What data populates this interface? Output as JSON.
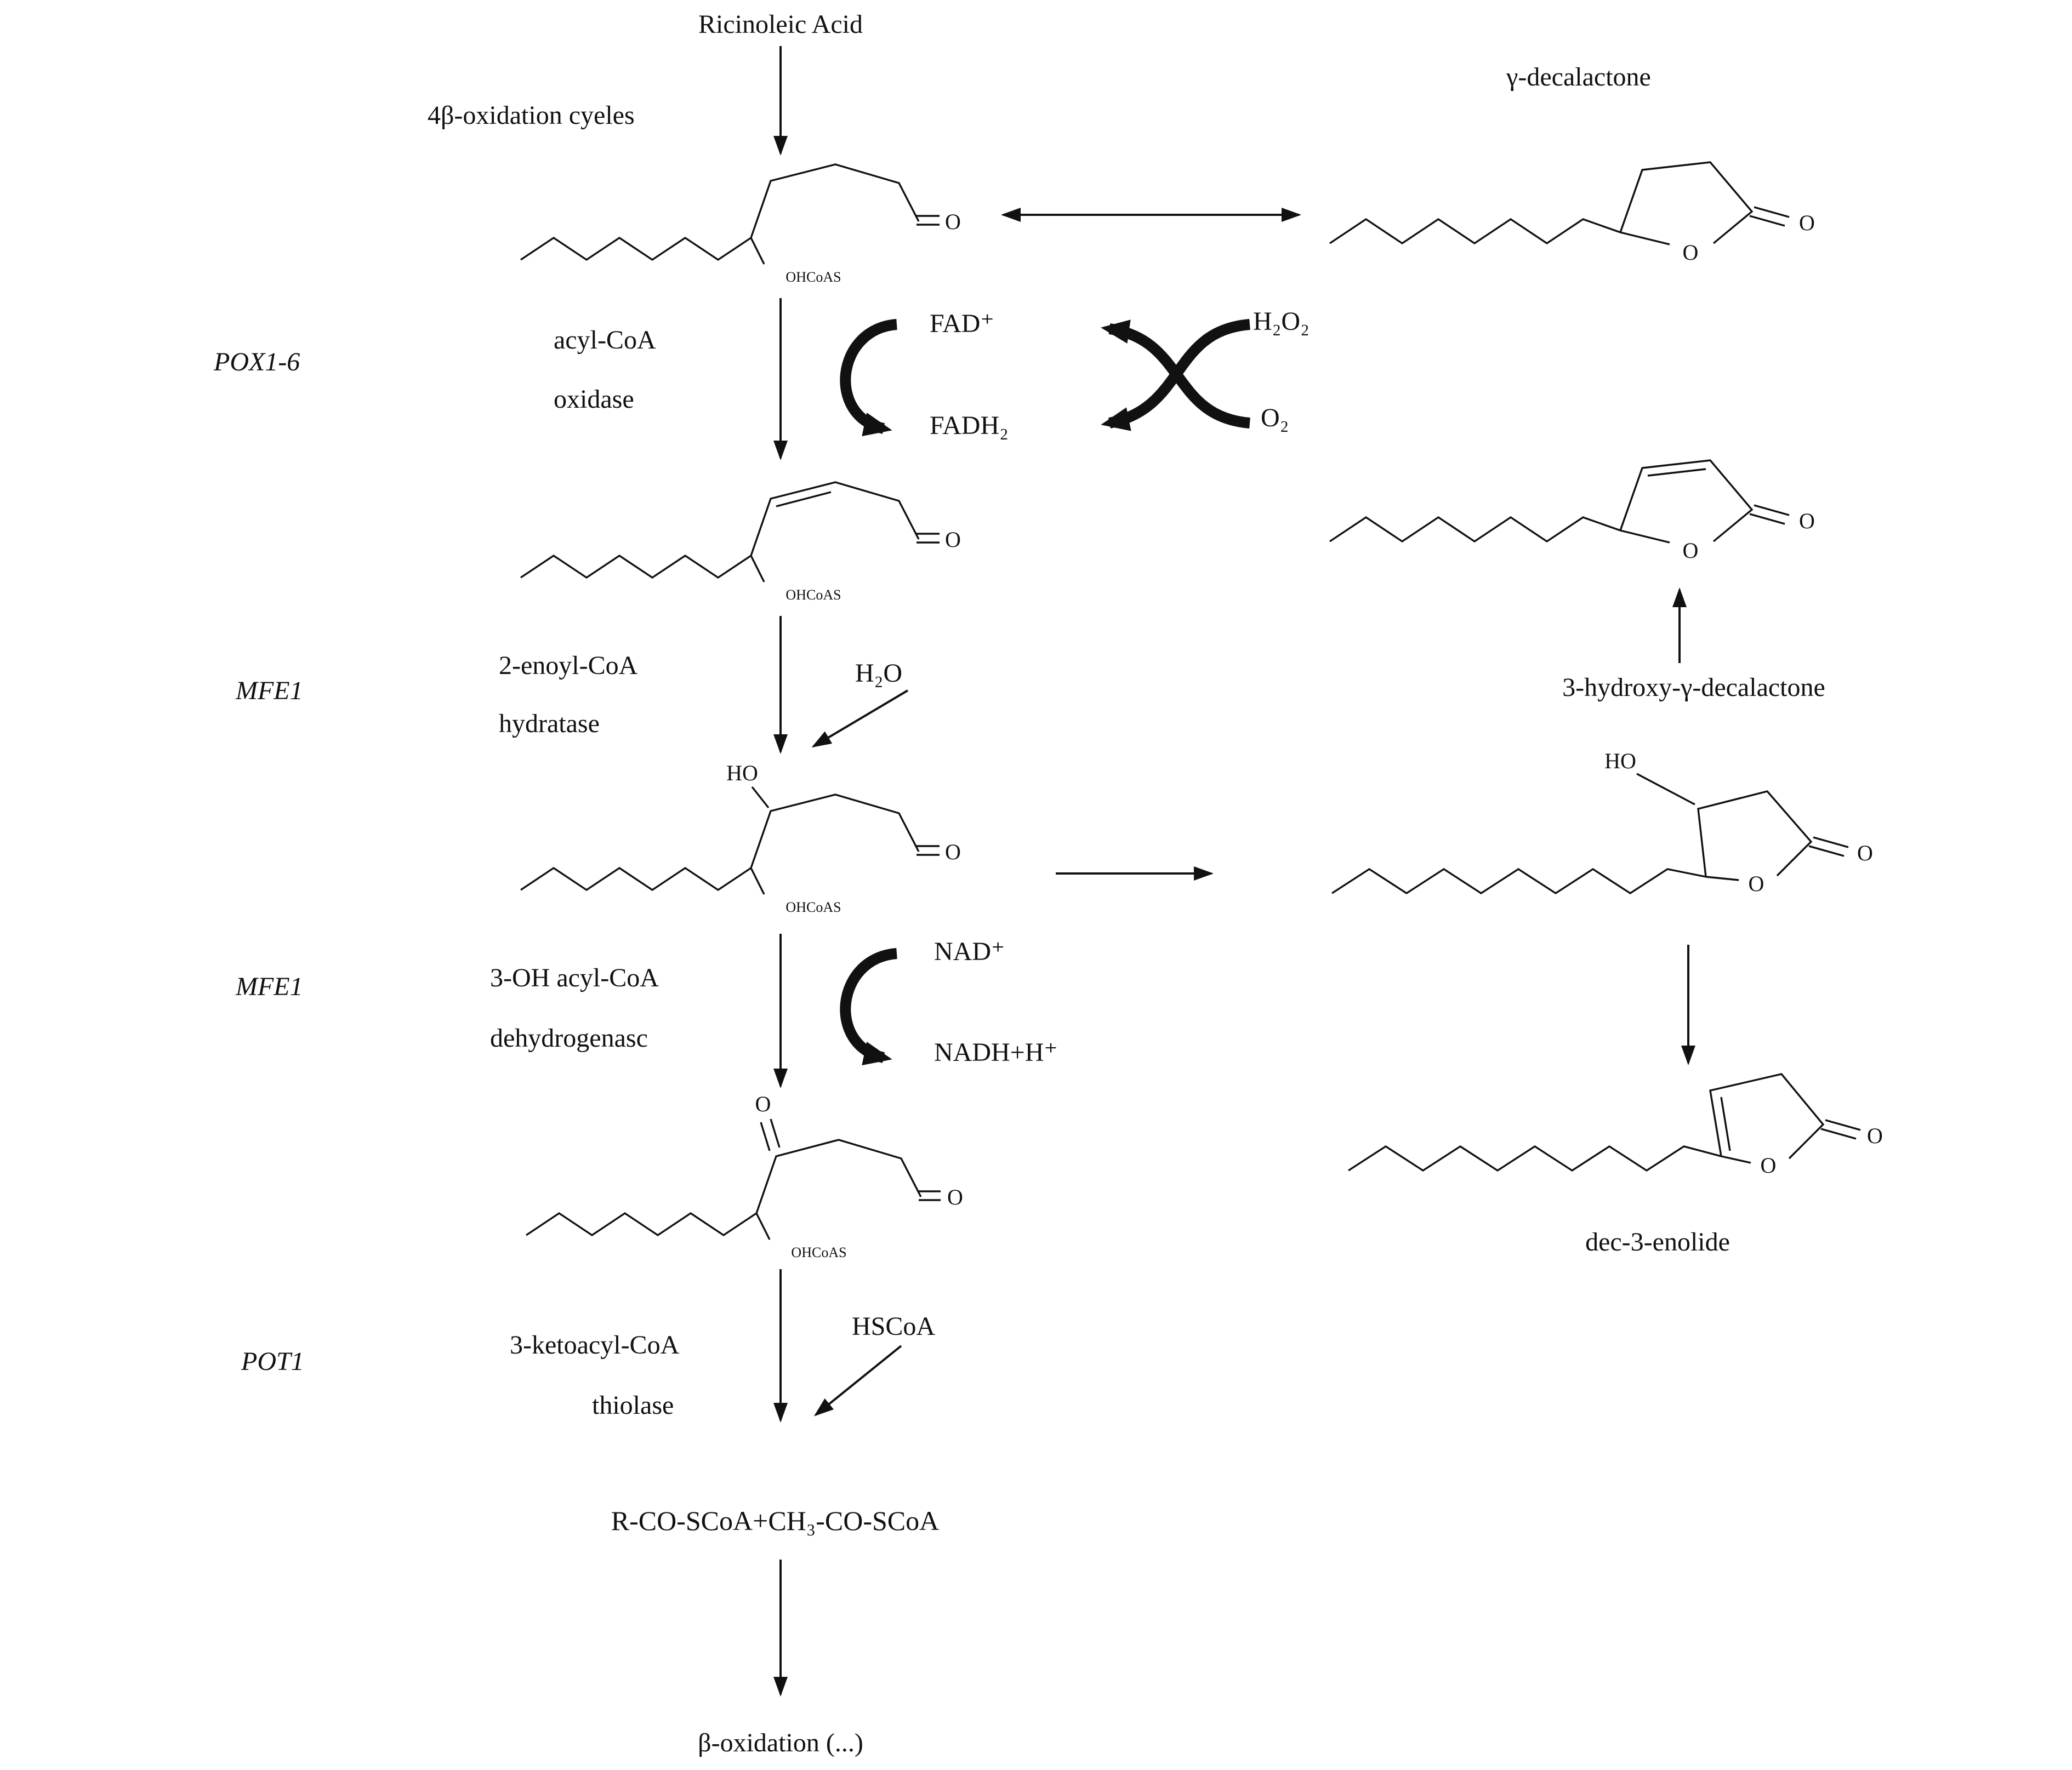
{
  "labels": {
    "ricinoleic_acid": "Ricinoleic Acid",
    "oxidation_cycles": "4β-oxidation cyeles",
    "gamma_decalactone": "γ-decalactone",
    "gene_pox": "POX1-6",
    "enzyme1_line1": "acyl-CoA",
    "enzyme1_line2": "oxidase",
    "cofactor_fad": "FAD⁺",
    "cofactor_fadh2": "FADH₂",
    "cofactor_h2o2": "H₂O₂",
    "cofactor_o2": "O₂",
    "gene_mfe1_a": "MFE1",
    "enzyme2_line1": "2-enoyl-CoA",
    "enzyme2_line2": "hydratase",
    "cofactor_h2o": "H₂O",
    "hydroxy_decalactone": "3-hydroxy-γ-decalactone",
    "gene_mfe1_b": "MFE1",
    "enzyme3_line1": "3-OH acyl-CoA",
    "enzyme3_line2": "dehydrogenasc",
    "cofactor_nad": "NAD⁺",
    "cofactor_nadh": "NADH+H⁺",
    "gene_pot1": "POT1",
    "enzyme4_line1": "3-ketoacyl-CoA",
    "enzyme4_line2": "thiolase",
    "cofactor_hscoa": "HSCoA",
    "products": "R-CO-SCoA+CH₃-CO-SCoA",
    "beta_oxidation": "β-oxidation (...)",
    "dec3_enolide": "dec-3-enolide"
  },
  "atoms": {
    "o": "O",
    "ho": "HO",
    "ohcoas": "OHCoAS"
  }
}
